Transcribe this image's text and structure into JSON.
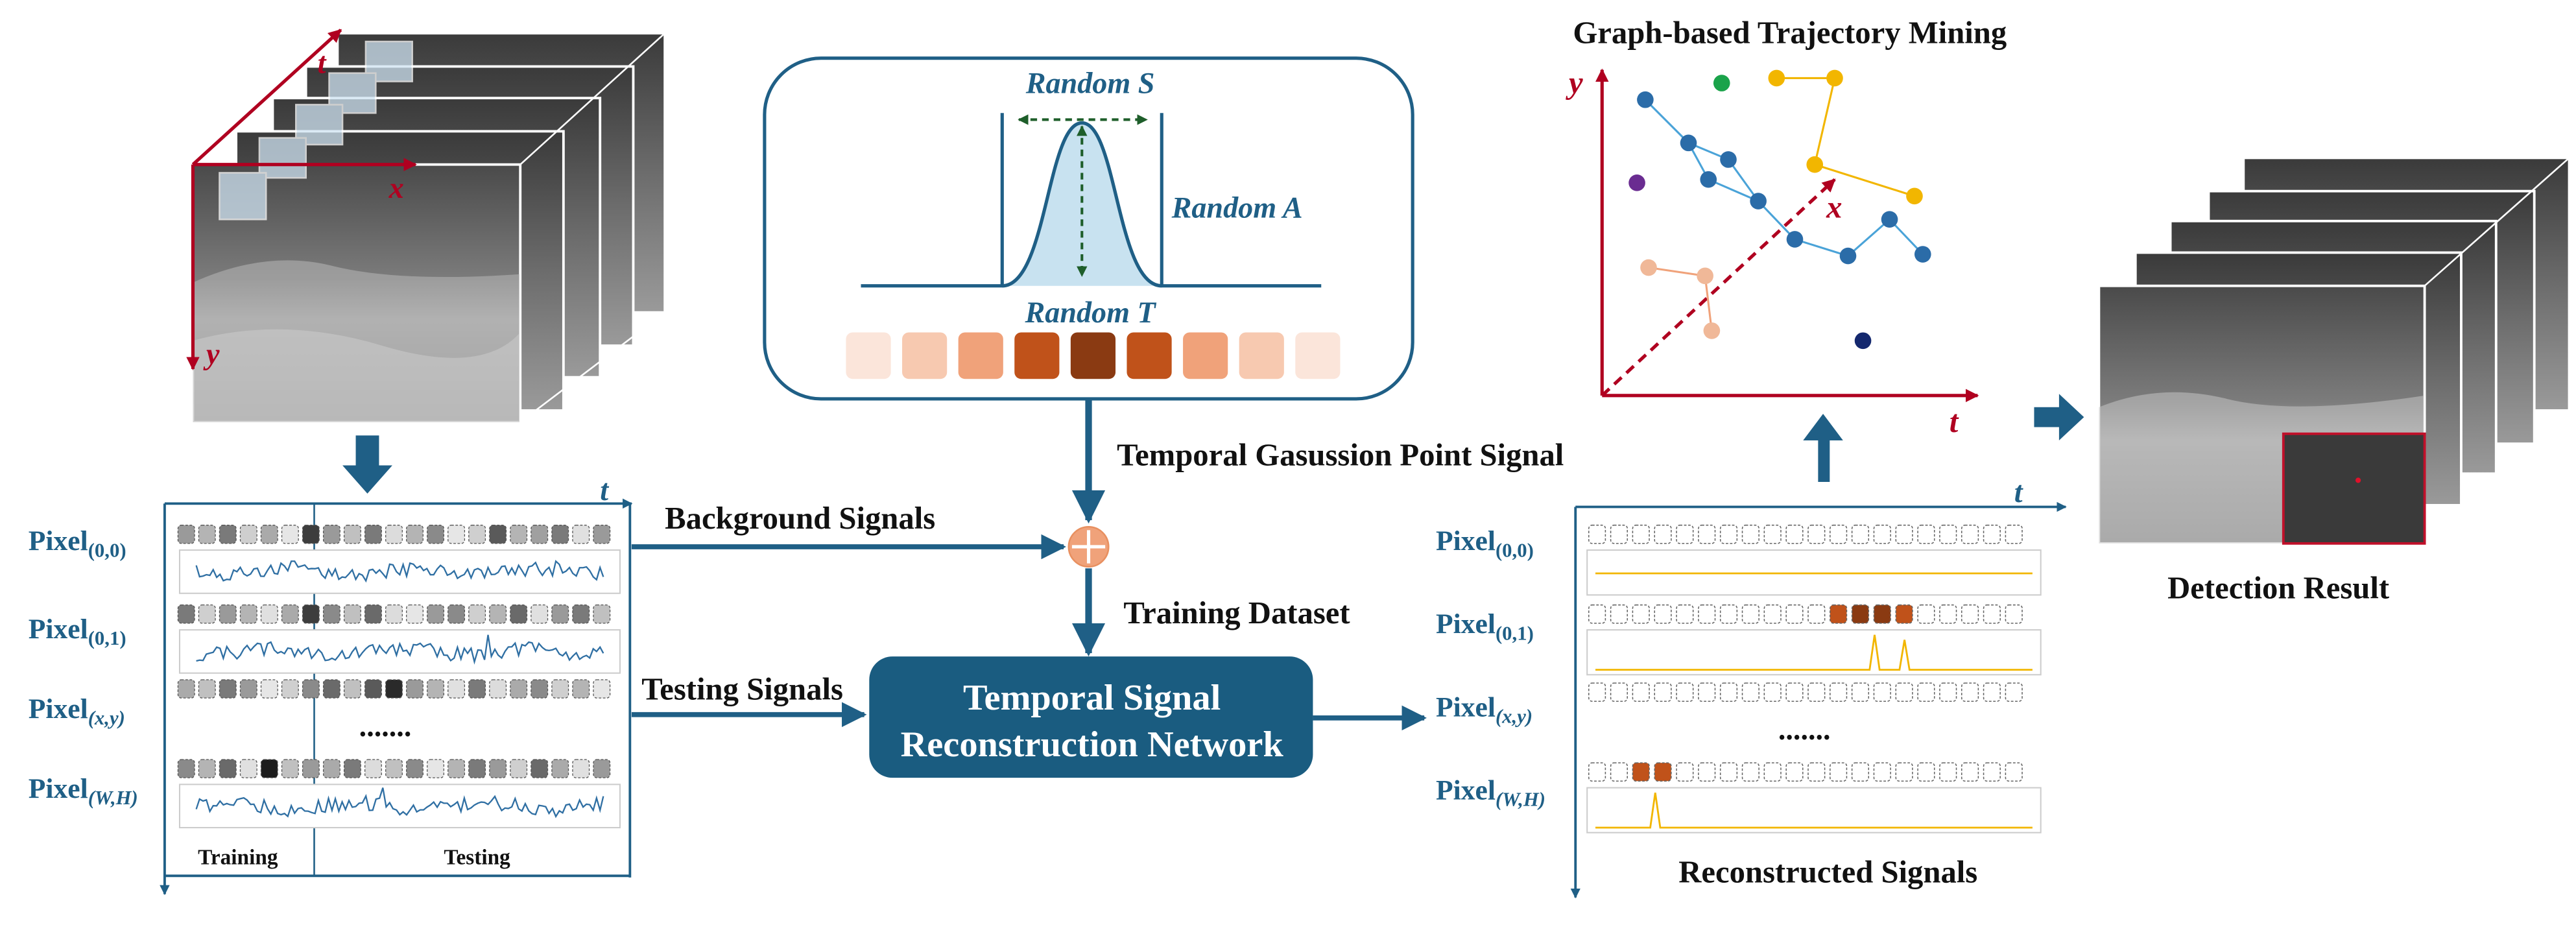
{
  "colors": {
    "primary": "#1f5f86",
    "dark_red": "#b00020",
    "orange": "#c0521a",
    "yellow": "#f2b600",
    "peach": "#f0b898",
    "light_blue": "#c8e2f0"
  },
  "input_volume": {
    "axis_t": "t",
    "axis_x": "x",
    "axis_y": "y"
  },
  "pixel_rows": [
    {
      "name": "Pixel",
      "sub": "(0,0)"
    },
    {
      "name": "Pixel",
      "sub": "(0,1)"
    },
    {
      "name": "Pixel",
      "sub": "(x,y)"
    },
    {
      "name": "Pixel",
      "sub": "(W,H)"
    }
  ],
  "input_panel": {
    "axis_t": "t",
    "ellipsis": ".......",
    "training_label": "Training",
    "testing_label": "Testing"
  },
  "gaussian_box": {
    "random_s": "Random S",
    "random_a": "Random A",
    "random_t": "Random T"
  },
  "labels": {
    "temporal_gaussian": "Temporal Gasussion Point Signal",
    "background_signals": "Background Signals",
    "training_dataset": "Training Dataset",
    "testing_signals": "Testing Signals",
    "network_line1": "Temporal Signal",
    "network_line2": "Reconstruction Network"
  },
  "output_panel": {
    "axis_t": "t",
    "ellipsis": ".......",
    "title": "Reconstructed Signals"
  },
  "trajectory": {
    "title": "Graph-based Trajectory Mining",
    "axis_y": "y",
    "axis_x": "x",
    "axis_t": "t"
  },
  "detection": {
    "title": "Detection Result"
  }
}
